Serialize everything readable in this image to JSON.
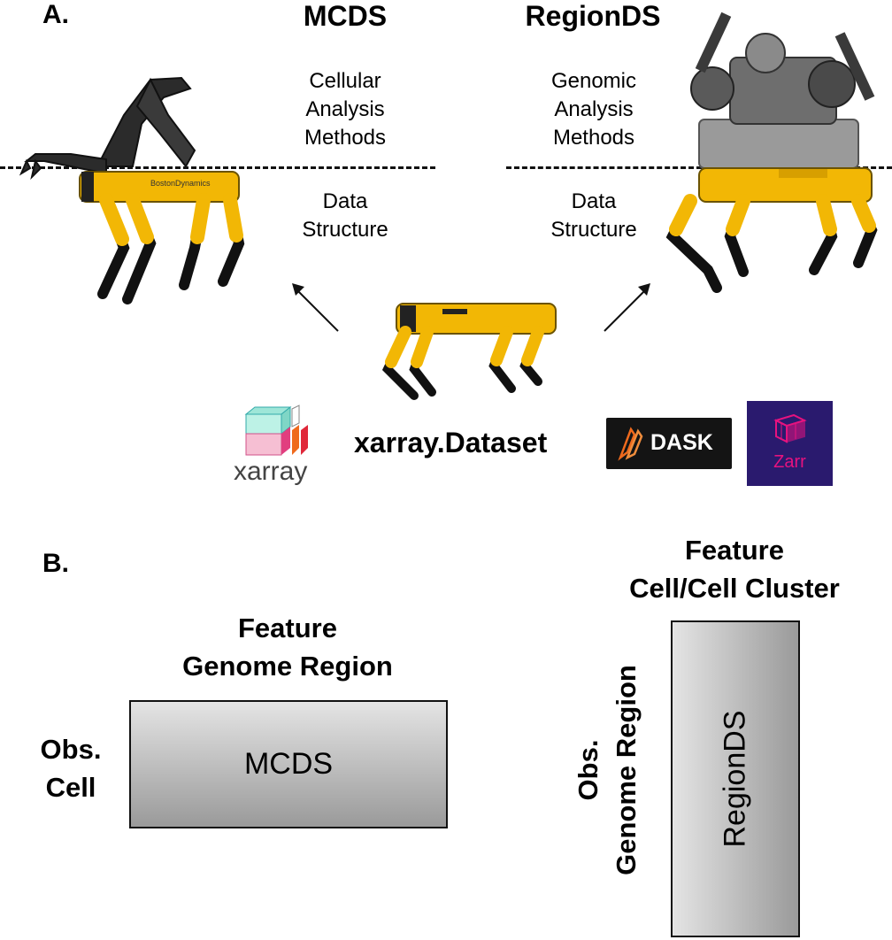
{
  "panel_a": {
    "label": "A.",
    "mcds": {
      "title": "MCDS",
      "methods_lines": [
        "Cellular",
        "Analysis",
        "Methods"
      ],
      "structure_lines": [
        "Data",
        "Structure"
      ]
    },
    "regionds": {
      "title": "RegionDS",
      "methods_lines": [
        "Genomic",
        "Analysis",
        "Methods"
      ],
      "structure_lines": [
        "Data",
        "Structure"
      ]
    },
    "center_label": "xarray.Dataset",
    "logos": {
      "xarray": "xarray",
      "dask": "DASK",
      "zarr": "Zarr"
    },
    "robot_brand": "BostonDynamics",
    "colors": {
      "robot_yellow": "#f2b705",
      "dask_bg": "#141414",
      "dask_flame": "#ef6a1d",
      "zarr_bg": "#2a1a6e",
      "zarr_pink": "#e6127f"
    }
  },
  "panel_b": {
    "label": "B.",
    "mcds_block": {
      "feature_lines": [
        "Feature",
        "Genome Region"
      ],
      "obs_lines": [
        "Obs.",
        "Cell"
      ],
      "box_label": "MCDS"
    },
    "regionds_block": {
      "feature_lines": [
        "Feature",
        "Cell/Cell Cluster"
      ],
      "obs_lines": [
        "Obs.",
        "Genome Region"
      ],
      "box_label": "RegionDS"
    }
  }
}
